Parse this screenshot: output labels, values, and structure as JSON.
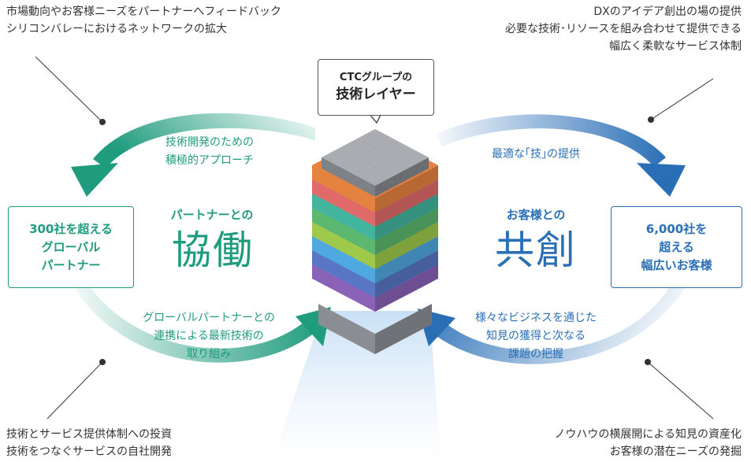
{
  "notes": {
    "top_left": [
      "市場動向やお客様ニーズをパートナーへフィードバック",
      "シリコンバレーにおけるネットワークの拡大"
    ],
    "top_right": [
      "DXのアイデア創出の場の提供",
      "必要な技術･リソースを組み合わせて提供できる",
      "幅広く柔軟なサービス体制"
    ],
    "bottom_left": [
      "技術とサービス提供体制への投資",
      "技術をつなぐサービスの自社開発"
    ],
    "bottom_right": [
      "ノウハウの横展開による知見の資産化",
      "お客様の潜在ニーズの発掘"
    ]
  },
  "callout": {
    "line1": "CTCグループの",
    "line2": "技術レイヤー"
  },
  "left": {
    "top_arrow_text": [
      "技術開発のための",
      "積極的アプローチ"
    ],
    "subtitle": "パートナーとの",
    "kanji": "協働",
    "box": [
      "300社を超える",
      "グローバル",
      "パートナー"
    ],
    "bottom_arrow_text": [
      "グローバルパートナーとの",
      "連携による最新技術の",
      "取り組み"
    ]
  },
  "right": {
    "top_arrow_text": [
      "最適な｢技｣の提供"
    ],
    "subtitle": "お客様との",
    "kanji": "共創",
    "box": [
      "6,000社を",
      "超える",
      "幅広いお客様"
    ],
    "bottom_arrow_text": [
      "様々なビジネスを通じた",
      "知見の獲得と次なる",
      "課題の把握"
    ]
  },
  "colors": {
    "green": "#1f9b7d",
    "blue": "#2a6fb6",
    "layers": [
      "#e6823f",
      "#e06a6a",
      "#43b49e",
      "#5cb86e",
      "#9fc94a",
      "#4fa8e0",
      "#5976c4",
      "#8a62b8"
    ]
  }
}
